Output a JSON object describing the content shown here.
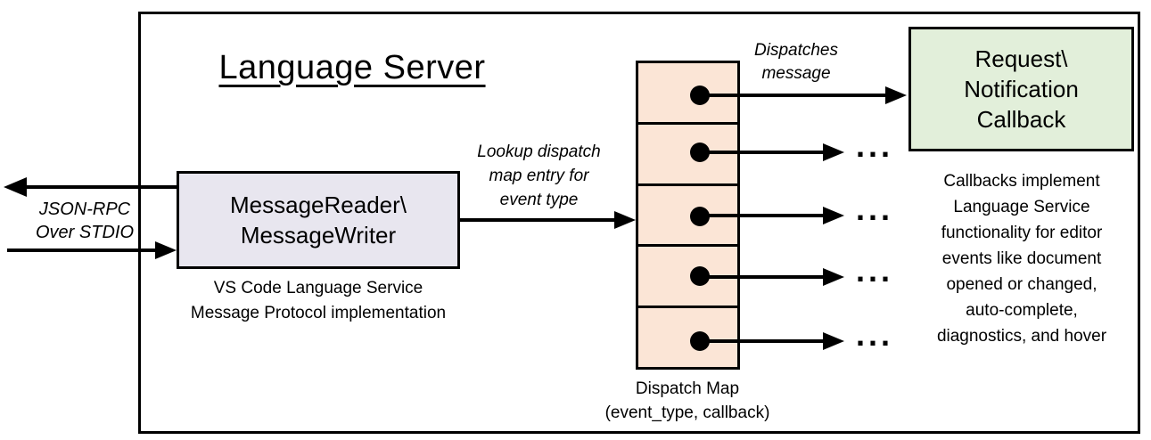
{
  "diagram": {
    "title": "Language Server",
    "io_label": "JSON-RPC\nOver STDIO",
    "reader_box": {
      "label": "MessageReader\\\nMessageWriter",
      "caption": "VS Code Language Service\nMessage Protocol implementation"
    },
    "lookup_label": "Lookup dispatch\nmap entry for\nevent type",
    "dispatch_label": "Dispatches\nmessage",
    "dispatch_map": {
      "rows": 5,
      "caption": "Dispatch Map\n(event_type, callback)"
    },
    "ellipsis": "...",
    "callback_box": {
      "label": "Request\\\nNotification\nCallback",
      "note": "Callbacks implement\nLanguage Service\nfunctionality for editor\nevents like document\nopened or changed,\nauto-complete,\ndiagnostics, and hover"
    },
    "colors": {
      "reader_fill": "#e8e6ef",
      "map_fill": "#fbe5d6",
      "callback_fill": "#e2efda",
      "line_color": "#000000"
    }
  }
}
